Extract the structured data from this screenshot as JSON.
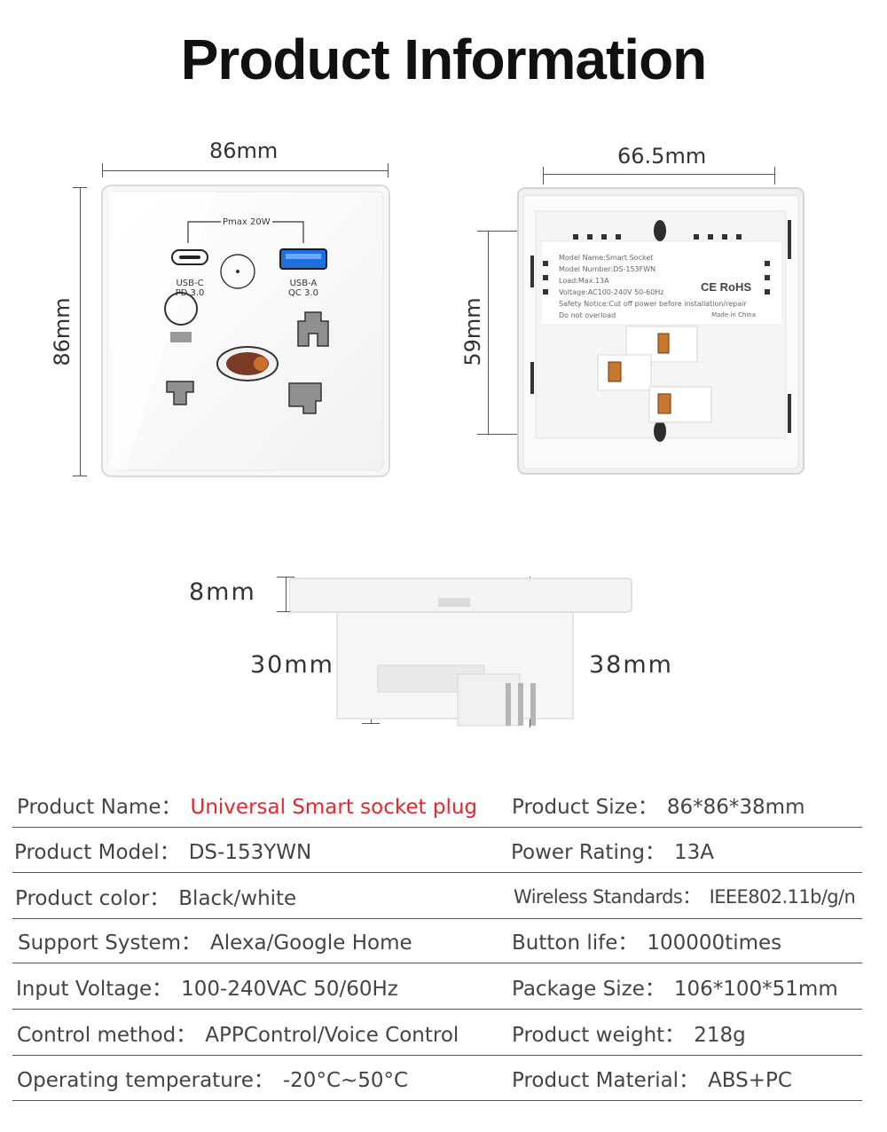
{
  "title": "Product Information",
  "dimensions": {
    "front_width": "86mm",
    "front_height": "86mm",
    "back_width": "66.5mm",
    "back_height": "59mm",
    "side_plate": "8mm",
    "side_body": "30mm",
    "side_total": "38mm"
  },
  "front_panel": {
    "pmax": "Pmax 20W",
    "usb_c": "USB-C",
    "usb_c_sub": "PD 3.0",
    "usb_a": "USB-A",
    "usb_a_sub": "QC 3.0"
  },
  "back_label": {
    "line1": "Model Name:Smart Socket",
    "line2": "Model Number:DS-153FWN",
    "line3": "Load:Max.13A",
    "line4": "Voltage:AC100-240V 50-60Hz",
    "line5": "Safety Notice:Cut off power before installation/repair",
    "line6": "Do not overload",
    "made_in": "Made in China",
    "cert": "CE RoHS"
  },
  "specs": [
    {
      "left_label": "Product Name：",
      "left_value": "Universal Smart socket plug",
      "right_label": "Product Size：",
      "right_value": "86*86*38mm"
    },
    {
      "left_label": "Product Model：",
      "left_value": "DS-153YWN",
      "right_label": "Power Rating：",
      "right_value": "13A"
    },
    {
      "left_label": "Product color：",
      "left_value": "Black/white",
      "right_label": "Wireless Standards：",
      "right_value": "IEEE802.11b/g/n"
    },
    {
      "left_label": "Support System：",
      "left_value": "Alexa/Google Home",
      "right_label": "Button life：",
      "right_value": "100000times"
    },
    {
      "left_label": "Input Voltage：",
      "left_value": "100-240VAC 50/60Hz",
      "right_label": "Package Size：",
      "right_value": "106*100*51mm"
    },
    {
      "left_label": "Control method：",
      "left_value": "APPControl/Voice Control",
      "right_label": "Product weight：",
      "right_value": "218g"
    },
    {
      "left_label": "Operating temperature：",
      "left_value": "-20°C~50°C",
      "right_label": "Product Material：",
      "right_value": "ABS+PC"
    }
  ]
}
